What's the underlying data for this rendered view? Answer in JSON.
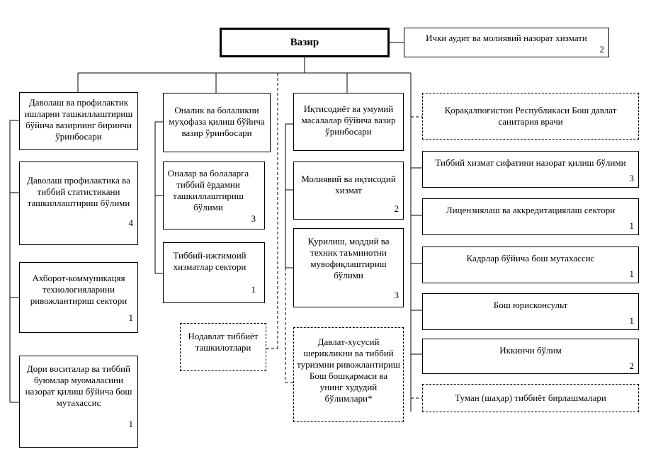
{
  "minister": {
    "label": "Вазир"
  },
  "internal_audit": {
    "label": "Ички аудит ва молиявий назорат хизмати",
    "number": "2"
  },
  "col1": {
    "deputy": {
      "label": "Даволаш ва профилактик ишларни ташкиллаштириш бўйича вазирнинг биринчи ўринбосари"
    },
    "units": [
      {
        "label": "Даволаш профилактика ва тиббий статистикани ташкиллаштириш бўлими",
        "number": "4"
      },
      {
        "label": "Ахборот-коммуникацяя технологияларини ривожлантириш сектори",
        "number": "1"
      },
      {
        "label": "Дори воситалар ва тиббий буюмлар муомаласини назорат қилиш бўйича бош мутахассис",
        "number": "1"
      }
    ]
  },
  "col2": {
    "deputy": {
      "label": "Оналик ва болаликни муҳофаза қилиш бўйича вазир ўринбосари"
    },
    "units": [
      {
        "label": "Оналар ва болаларга тиббий ёрдамни ташкиллаштириш бўлими",
        "number": "3"
      },
      {
        "label": "Тиббий-ижтимоий хизматлар сектори",
        "number": "1"
      }
    ],
    "nongov": {
      "label": "Нодавлат тиббиёт ташкилотлари"
    }
  },
  "col3": {
    "deputy": {
      "label": "Иқтисодиёт ва умумий масалалар бўйича вазир ўринбосари"
    },
    "units": [
      {
        "label": "Молиявий ва иқтисодий хизмат",
        "number": "2"
      },
      {
        "label": "Қурилиш, моддий ва техник таъминотни мувофиқлаштириш бўлими",
        "number": "3"
      }
    ],
    "ppp": {
      "label": "Давлат-хусусий шерикликни ва тиббий туризмни ривожлантириш Бош бошқармаси ва унинг худудий бўлимлари*"
    }
  },
  "col4": {
    "sanitary": {
      "label": "Қорақалпоғистон Республикаси Бош давлат санитария врачи"
    },
    "units": [
      {
        "label": "Тиббий хизмат сифатини назорат қилиш бўлими",
        "number": "3"
      },
      {
        "label": "Лицензиялаш ва аккредитациялаш сектори",
        "number": "1"
      },
      {
        "label": "Кадрлар бўйича бош мутахассис",
        "number": "1"
      },
      {
        "label": "Бош юрисконсульт",
        "number": "1"
      },
      {
        "label": "Иккинчи бўлим",
        "number": "2"
      }
    ],
    "district": {
      "label": "Туман (шаҳар) тиббиёт бирлашмалари"
    }
  }
}
